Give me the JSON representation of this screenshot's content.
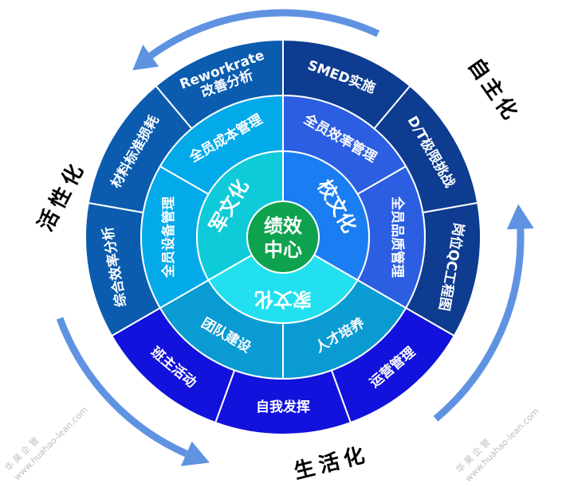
{
  "center": {
    "lines": [
      "绩效",
      "中心"
    ],
    "color": "#0fa24e"
  },
  "inner_ring": [
    {
      "label": "校文化",
      "color": "#1a7df2"
    },
    {
      "label": "家文化",
      "color": "#22e0ef"
    },
    {
      "label": "军文化",
      "color": "#0fcbd9"
    }
  ],
  "middle_ring": [
    {
      "label": "全员效率管理",
      "color": "#2c5ee2"
    },
    {
      "label": "全员品质管理",
      "color": "#2c5ee2"
    },
    {
      "label": "人才培养",
      "color": "#0a9bd3"
    },
    {
      "label": "团队建设",
      "color": "#0a9bd3"
    },
    {
      "label": "全员设备管理",
      "color": "#03aaea"
    },
    {
      "label": "全员成本管理",
      "color": "#03aaea"
    }
  ],
  "outer_ring": [
    {
      "lines": [
        "SMED实施"
      ],
      "color": "#0d3c91"
    },
    {
      "lines": [
        "D/T极限挑战"
      ],
      "color": "#0d3c91"
    },
    {
      "lines": [
        "岗位QC工程图"
      ],
      "color": "#0d3c91"
    },
    {
      "lines": [
        "运营管理"
      ],
      "color": "#1212dc"
    },
    {
      "lines": [
        "自我发挥"
      ],
      "color": "#1212dc"
    },
    {
      "lines": [
        "班主活动"
      ],
      "color": "#1212dc"
    },
    {
      "lines": [
        "综合效率分析"
      ],
      "color": "#0b5caf"
    },
    {
      "lines": [
        "材料标准损耗"
      ],
      "color": "#0b5caf"
    },
    {
      "lines": [
        "Reworkrate",
        "改善分析"
      ],
      "color": "#0b5caf"
    }
  ],
  "cycle_labels": {
    "left": "活性化",
    "right": "自主化",
    "bottom": "生活化"
  },
  "arrow_color": "#5f93e2",
  "watermark": {
    "name": "华 昊 企 管",
    "url": "www.huahao-lean.com"
  }
}
